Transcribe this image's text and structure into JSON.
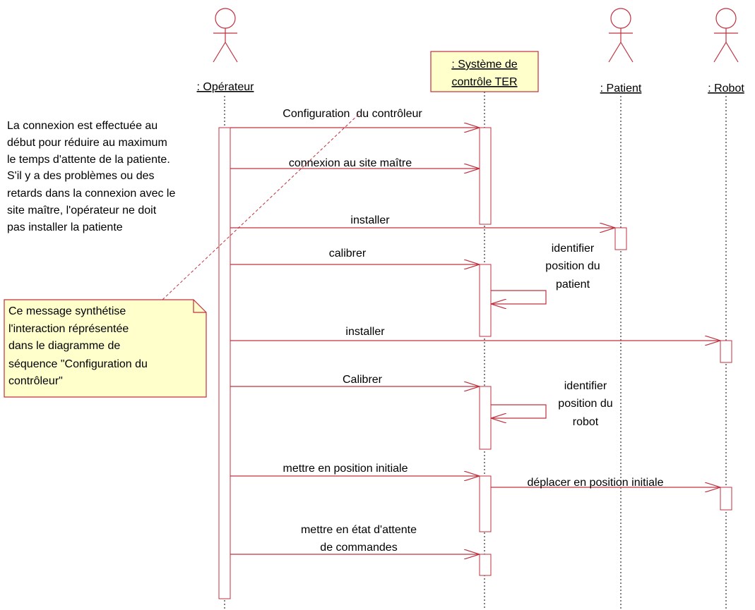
{
  "colors": {
    "line": "#c0303f",
    "note_fill": "#ffffcc",
    "system_fill": "#ffffcc",
    "lifeline": "#000000",
    "text": "#000000"
  },
  "participants": {
    "operator": ": Opérateur",
    "system_line1": ": Système de",
    "system_line2": "contrôle TER",
    "patient": ": Patient",
    "robot": ": Robot"
  },
  "messages": [
    {
      "lines": [
        "Configuration  du contrôleur"
      ]
    },
    {
      "lines": [
        "connexion au site maître"
      ]
    },
    {
      "lines": [
        "installer"
      ]
    },
    {
      "lines": [
        "calibrer"
      ]
    },
    {
      "lines": [
        "identifier",
        "position du",
        "patient"
      ]
    },
    {
      "lines": [
        "installer"
      ]
    },
    {
      "lines": [
        "Calibrer"
      ]
    },
    {
      "lines": [
        "identifier",
        "position du",
        "robot"
      ]
    },
    {
      "lines": [
        "mettre en position initiale"
      ]
    },
    {
      "lines": [
        "déplacer en position initiale"
      ]
    },
    {
      "lines": [
        "mettre en état d'attente",
        "de commandes"
      ]
    }
  ],
  "comment": {
    "lines": [
      "La connexion est effectuée au",
      "début pour réduire au maximum",
      "le temps d'attente de la patiente.",
      "S'il y a des problèmes ou des",
      "retards dans la connexion avec le",
      "site maître, l'opérateur ne doit",
      "pas installer la patiente"
    ]
  },
  "note": {
    "lines": [
      "Ce message synthétise",
      "l'interaction réprésentée",
      "dans le diagramme de",
      "séquence \"Configuration du",
      "contrôleur\""
    ]
  }
}
